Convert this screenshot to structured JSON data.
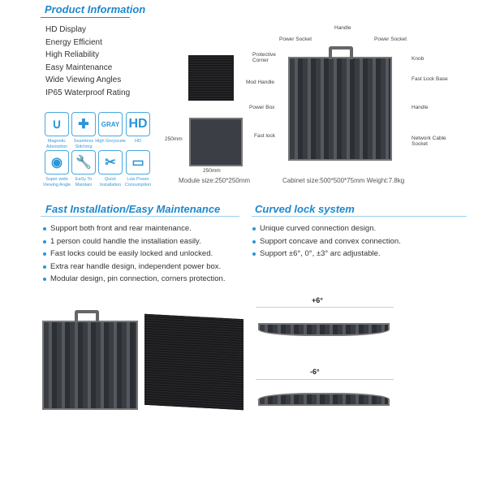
{
  "product_info": {
    "title": "Product Information",
    "features": [
      "HD Display",
      "Energy Efficient",
      "High Reliability",
      "Easy Maintenance",
      "Wide Viewing Angles",
      "IP65 Waterproof Rating"
    ],
    "icons": [
      {
        "name": "magnet-icon",
        "label": "Magnetic Adsorption",
        "glyph": "∪"
      },
      {
        "name": "plus-icon",
        "label": "Seamless Stitching",
        "glyph": "✚"
      },
      {
        "name": "gray-icon",
        "label": "High Greyscale",
        "glyph": "GRAY"
      },
      {
        "name": "hd-icon",
        "label": "HD",
        "glyph": "HD"
      },
      {
        "name": "eye-icon",
        "label": "Super wide Viewing Angle",
        "glyph": "◉"
      },
      {
        "name": "wrench-icon",
        "label": "EaSy To Maintain",
        "glyph": "🔧"
      },
      {
        "name": "tools-icon",
        "label": "Quick Installation",
        "glyph": "✂"
      },
      {
        "name": "battery-icon",
        "label": "Low Power Consumption",
        "glyph": "▭"
      }
    ],
    "module_dim_h": "250mm",
    "module_dim_w": "250mm",
    "module_size": "Module size:250*250mm",
    "cabinet_size": "Cabinet size:500*500*75mm Weight:7.8kg",
    "callouts": {
      "handle": "Handle",
      "power_socket_l": "Power Socket",
      "power_socket_r": "Power Socket",
      "protective_corner": "Protective Corner",
      "knob": "Knob",
      "mod_handle": "Mod Handle",
      "fast_lock_base": "Fast Lock Base",
      "power_box": "Power Box",
      "handle_r": "Handle",
      "fast_lock": "Fast lock",
      "network_cable_socket": "Network Cable Socket"
    }
  },
  "install": {
    "title": "Fast Installation/Easy Maintenance",
    "items": [
      "Support both front and rear maintenance.",
      "1 person could handle the installation easily.",
      "Fast locks could be easily locked and unlocked.",
      "Extra rear handle design, independent power box.",
      "Modular design, pin connection, corners protection."
    ]
  },
  "curved": {
    "title": "Curved lock system",
    "items": [
      "Unique curved connection design.",
      "Support concave and convex connection.",
      "Support ±6°, 0°, ±3° arc adjustable."
    ],
    "plus_angle": "+6°",
    "minus_angle": "-6°"
  }
}
